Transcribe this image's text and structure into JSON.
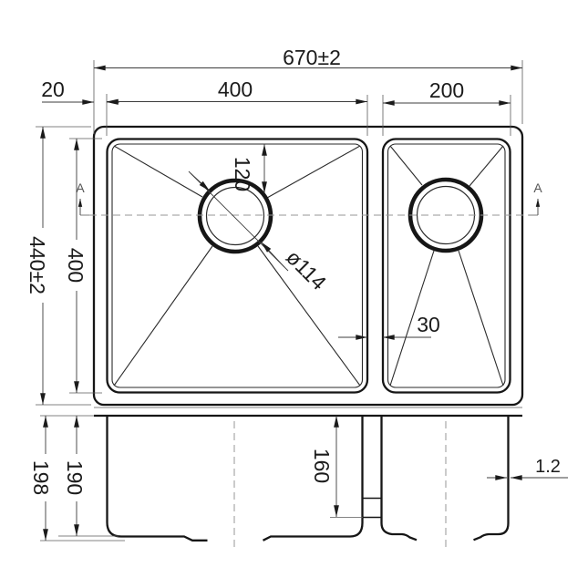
{
  "drawing_title": "double-bowl-sink-dimension-drawing",
  "colors": {
    "line": "#161616",
    "dimension": "#3c3c3c",
    "centerline": "#979797",
    "background": "#ffffff"
  },
  "plan": {
    "section_label": "A",
    "dims": {
      "overall_width": "670±2",
      "rim_offset": "20",
      "main_bowl_width": "400",
      "small_bowl_width": "200",
      "overall_depth": "440±2",
      "bowl_depth": "400",
      "drain_offset": "120",
      "drain_diameter": "ø114",
      "divider_width": "30"
    }
  },
  "section": {
    "dims": {
      "outer_depth": "198",
      "main_bowl_depth": "190",
      "small_bowl_depth": "160",
      "wall_thickness": "1.2"
    }
  }
}
